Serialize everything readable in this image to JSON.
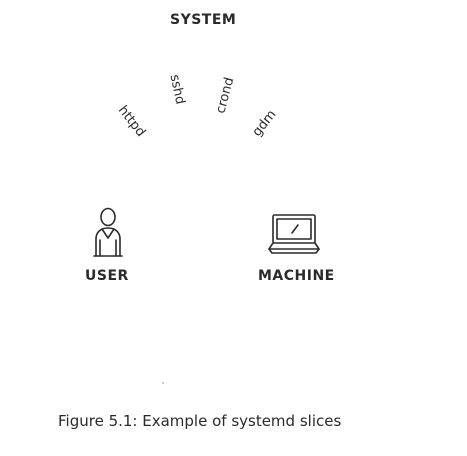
{
  "diagram": {
    "system_label": "SYSTEM",
    "services": [
      {
        "name": "httpd"
      },
      {
        "name": "sshd"
      },
      {
        "name": "crond"
      },
      {
        "name": "gdm"
      }
    ],
    "user_label": "USER",
    "machine_label": "MACHINE",
    "icons": {
      "user": "person-icon",
      "machine": "laptop-icon"
    }
  },
  "caption": "Figure 5.1: Example of systemd slices",
  "colors": {
    "text": "#2a2a2a",
    "background": "#ffffff"
  }
}
